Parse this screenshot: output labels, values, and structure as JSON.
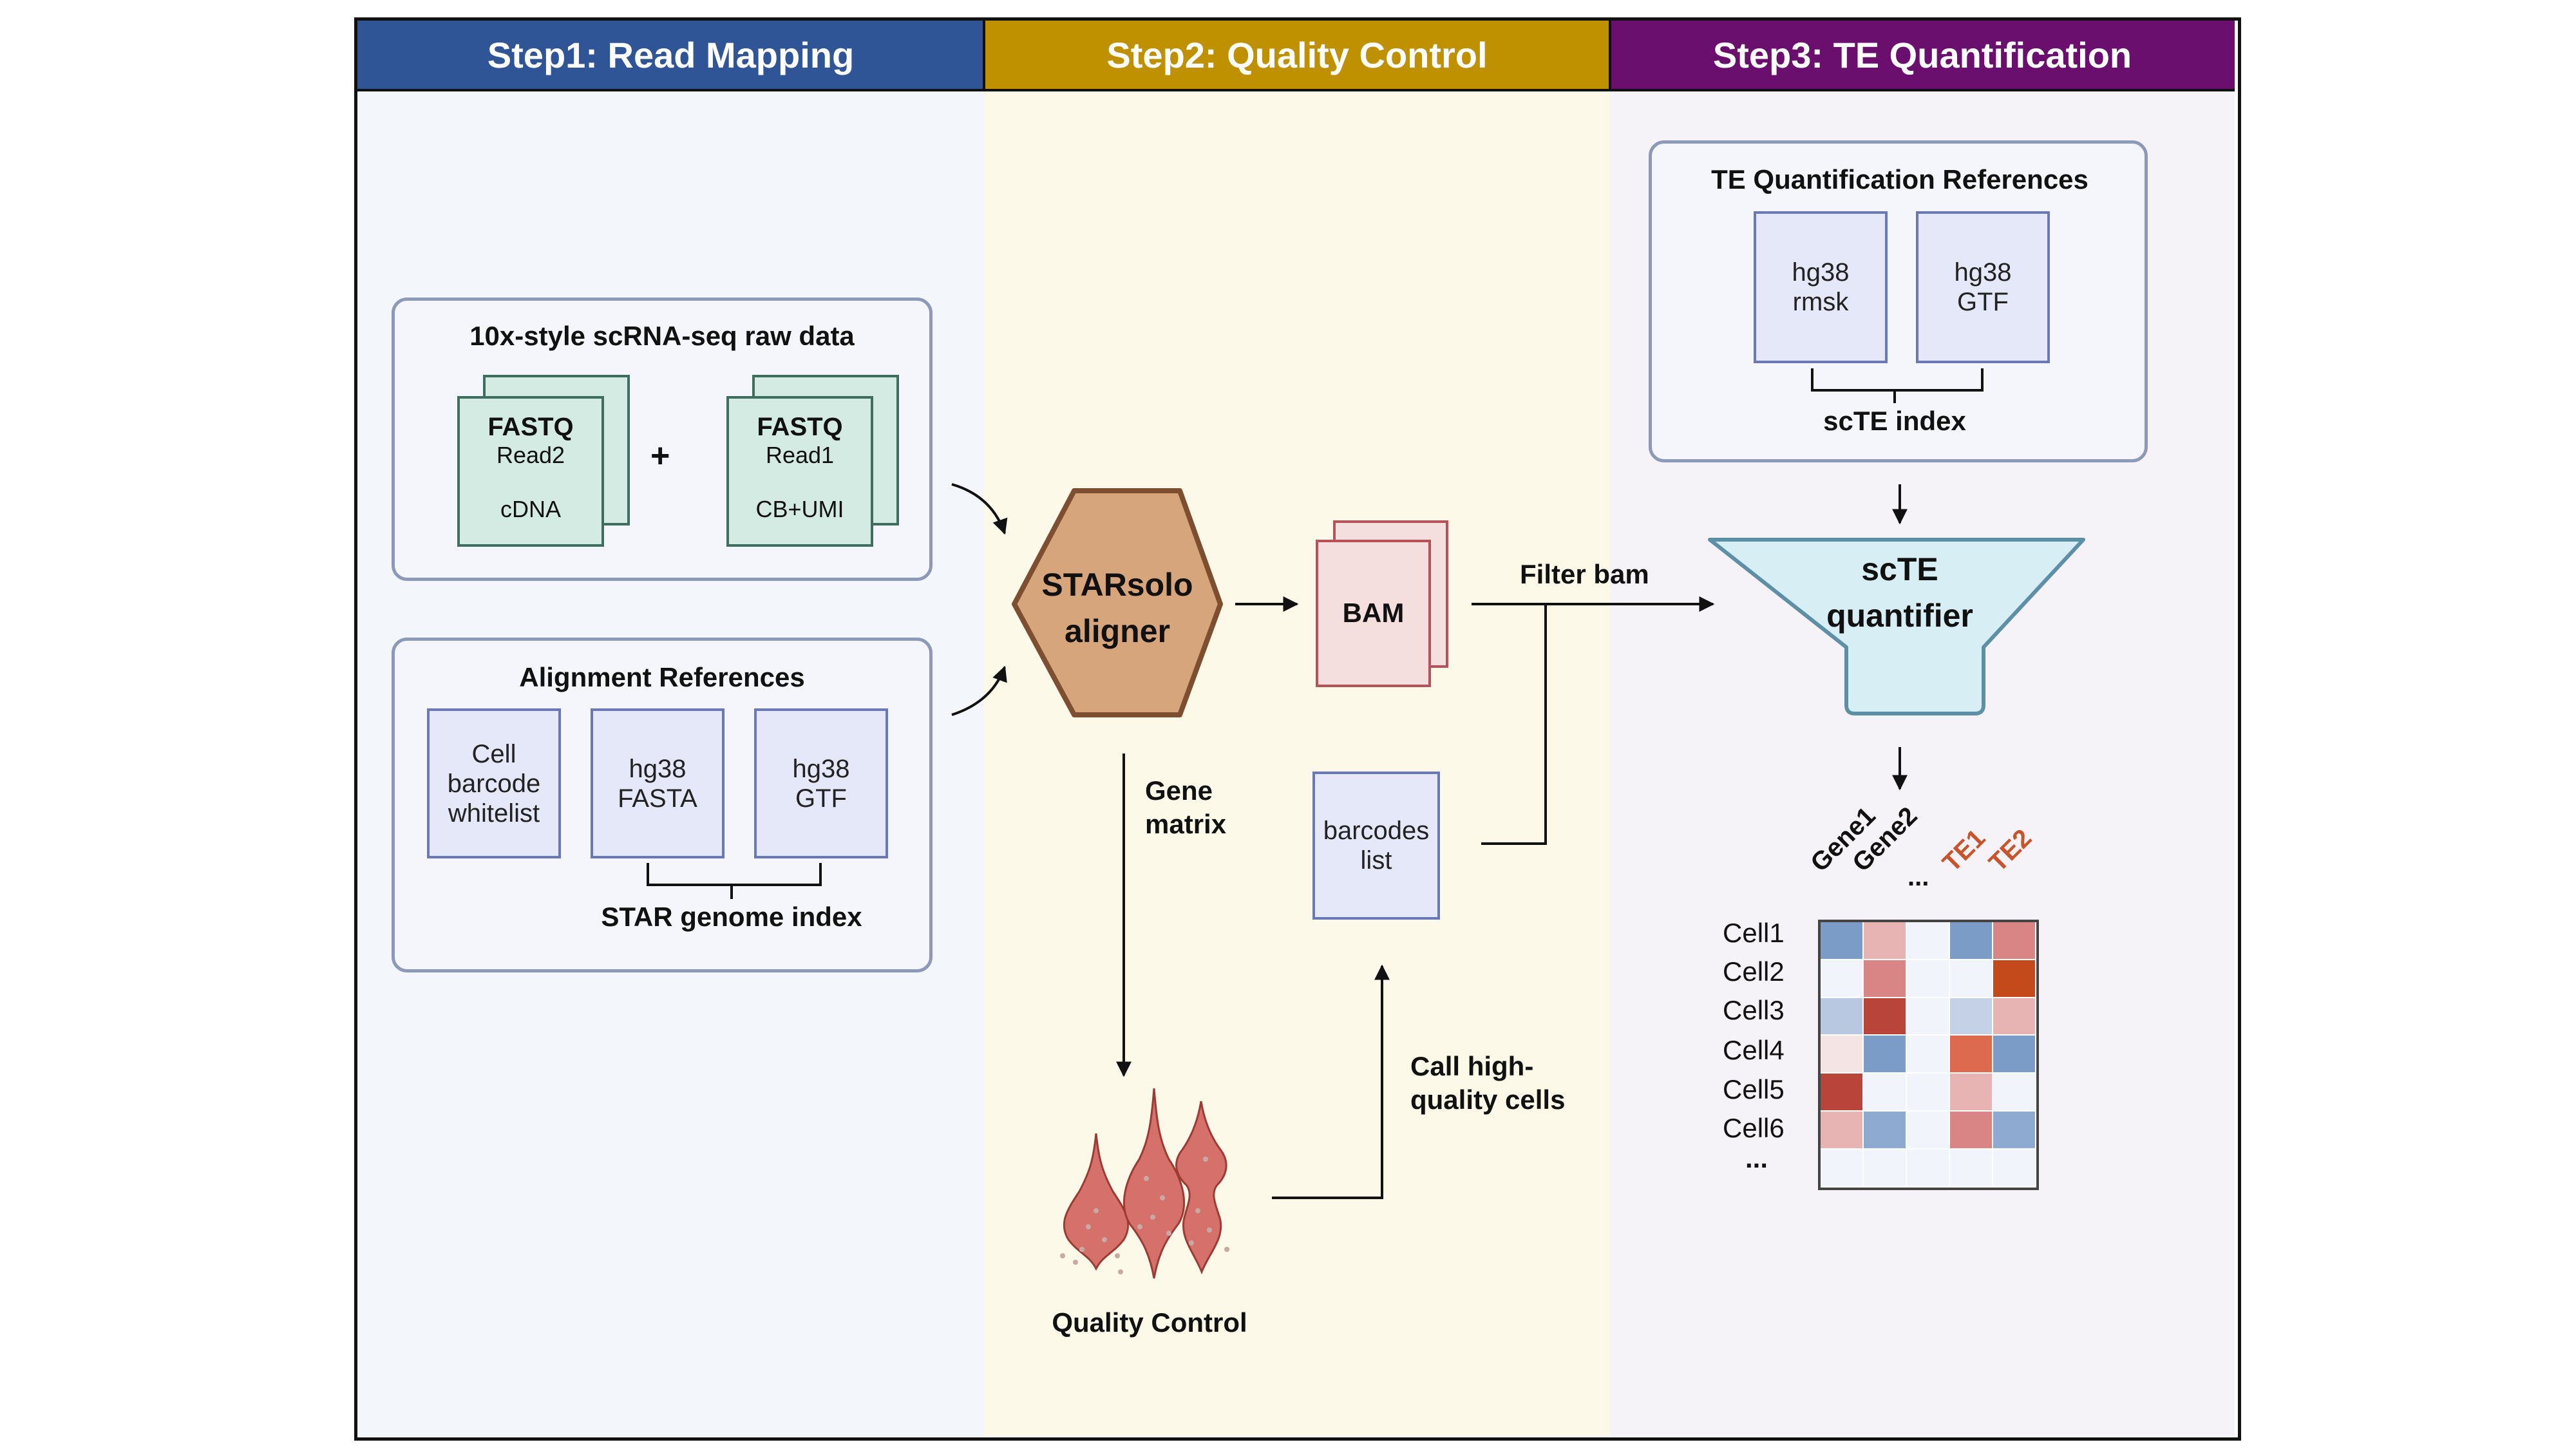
{
  "colors": {
    "step1": "#2f5597",
    "step2": "#bf9000",
    "step3": "#6b0f6e",
    "red": "#c9542c",
    "blue": "#7a9cc6"
  },
  "steps": {
    "step1": "Step1: Read Mapping",
    "step2": "Step2: Quality Control",
    "step3": "Step3: TE Quantification"
  },
  "raw_data": {
    "title": "10x-style scRNA-seq raw data",
    "plus": "+",
    "read2": {
      "name": "FASTQ",
      "read": "Read2",
      "content": "cDNA"
    },
    "read1": {
      "name": "FASTQ",
      "read": "Read1",
      "content": "CB+UMI"
    }
  },
  "alignment_refs": {
    "title": "Alignment References",
    "items": [
      {
        "lines": [
          "Cell",
          "barcode",
          "whitelist"
        ]
      },
      {
        "lines": [
          "hg38",
          "FASTA"
        ]
      },
      {
        "lines": [
          "hg38",
          "GTF"
        ]
      }
    ],
    "index_label": "STAR genome index"
  },
  "aligner": {
    "line1": "STARsolo",
    "line2": "aligner"
  },
  "bam": "BAM",
  "gene_matrix": {
    "line1": "Gene",
    "line2": "matrix"
  },
  "barcodes": {
    "line1": "barcodes",
    "line2": "list"
  },
  "filter_bam": "Filter bam",
  "call_cells": {
    "line1": "Call high-",
    "line2": "quality cells"
  },
  "qc_label": "Quality Control",
  "te_refs": {
    "title": "TE Quantification References",
    "items": [
      {
        "lines": [
          "hg38",
          "rmsk"
        ]
      },
      {
        "lines": [
          "hg38",
          "GTF"
        ]
      }
    ],
    "index_label": "scTE index"
  },
  "quantifier": {
    "line1": "scTE",
    "line2": "quantifier"
  },
  "matrix": {
    "columns": [
      "Gene1",
      "Gene2",
      "...",
      "TE1",
      "TE2"
    ],
    "rows": [
      "Cell1",
      "Cell2",
      "Cell3",
      "Cell4",
      "Cell5",
      "Cell6",
      "..."
    ],
    "heat": [
      [
        "#7a9cc6",
        "#e8b3b3",
        "#f1f4fa",
        "#7a9cc6",
        "#d98585"
      ],
      [
        "#f1f4fa",
        "#d98585",
        "#f1f4fa",
        "#f1f4fa",
        "#c44a1c"
      ],
      [
        "#b7c8e0",
        "#b9453a",
        "#f1f4fa",
        "#c4d1e6",
        "#e8b3b3"
      ],
      [
        "#f5e4e4",
        "#7a9cc6",
        "#f1f4fa",
        "#dd6a4e",
        "#7a9cc6"
      ],
      [
        "#b9453a",
        "#f1f4fa",
        "#f1f4fa",
        "#e8b3b3",
        "#f1f4fa"
      ],
      [
        "#e8b3b3",
        "#8eaad0",
        "#f1f4fa",
        "#d98585",
        "#8eaad0"
      ],
      [
        "#f1f4fa",
        "#f1f4fa",
        "#f1f4fa",
        "#f1f4fa",
        "#f1f4fa"
      ]
    ]
  }
}
